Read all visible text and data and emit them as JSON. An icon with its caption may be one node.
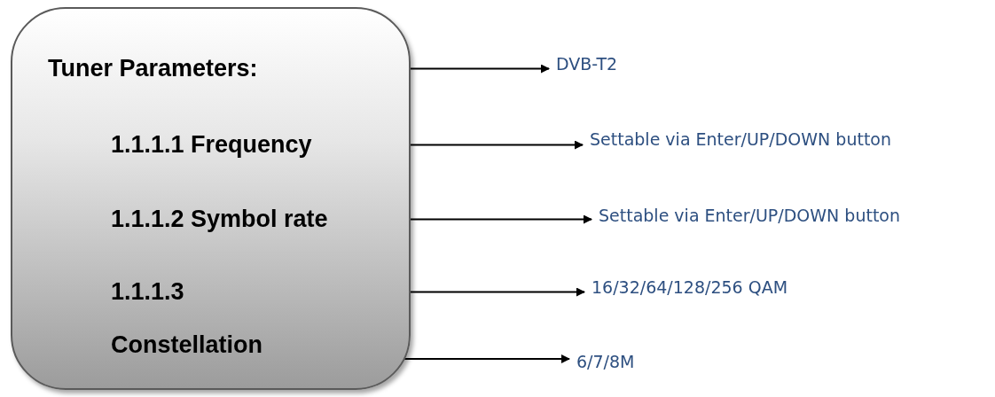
{
  "diagram": {
    "nodes": [
      {
        "text": [],
        "shape": "box"
      },
      {
        "text": [
          "Tuner Parameters:"
        ],
        "in": 0
      },
      {
        "text": [
          "1.1.1.1 Frequency"
        ],
        "in": 0
      },
      {
        "text": [
          "1.1.1.2 Symbol rate"
        ],
        "in": 0
      },
      {
        "text": [
          "1.1.1.3"
        ],
        "in": 0
      },
      {
        "text": [
          "Constellation"
        ],
        "in": 0
      },
      {
        "text": [
          "DVB-T2"
        ]
      },
      {
        "text": [
          "Settable via Enter/UP/DOWN button"
        ]
      },
      {
        "text": [
          "Settable via Enter/UP/DOWN button"
        ]
      },
      {
        "text": [
          "16/32/64/128/256 QAM"
        ]
      },
      {
        "text": [
          "6/7/8M"
        ]
      }
    ],
    "edges": [
      {
        "from": 1,
        "to": 6,
        "arrow": "to"
      },
      {
        "from": 2,
        "to": 7,
        "arrow": "to"
      },
      {
        "from": 3,
        "to": 8,
        "arrow": "to"
      },
      {
        "from": 4,
        "to": 9,
        "arrow": "to"
      },
      {
        "from": 5,
        "to": 10,
        "arrow": "to"
      }
    ]
  }
}
